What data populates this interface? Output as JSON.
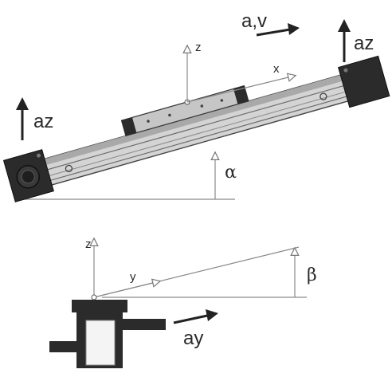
{
  "top_figure": {
    "motion_label": "a,v",
    "az_left_label": "az",
    "az_right_label": "az",
    "axis_z_label": "z",
    "axis_x_label": "x",
    "angle_label": "α"
  },
  "bottom_figure": {
    "axis_z_label": "z",
    "axis_y_label": "y",
    "angle_label": "β",
    "ay_label": "ay"
  },
  "colors": {
    "ink": "#2a2a2a",
    "body_dark": "#2b2b2b",
    "rail_light": "#c9c9c9",
    "rail_mid": "#9a9a9a",
    "thin_line": "#8a8a8a"
  }
}
